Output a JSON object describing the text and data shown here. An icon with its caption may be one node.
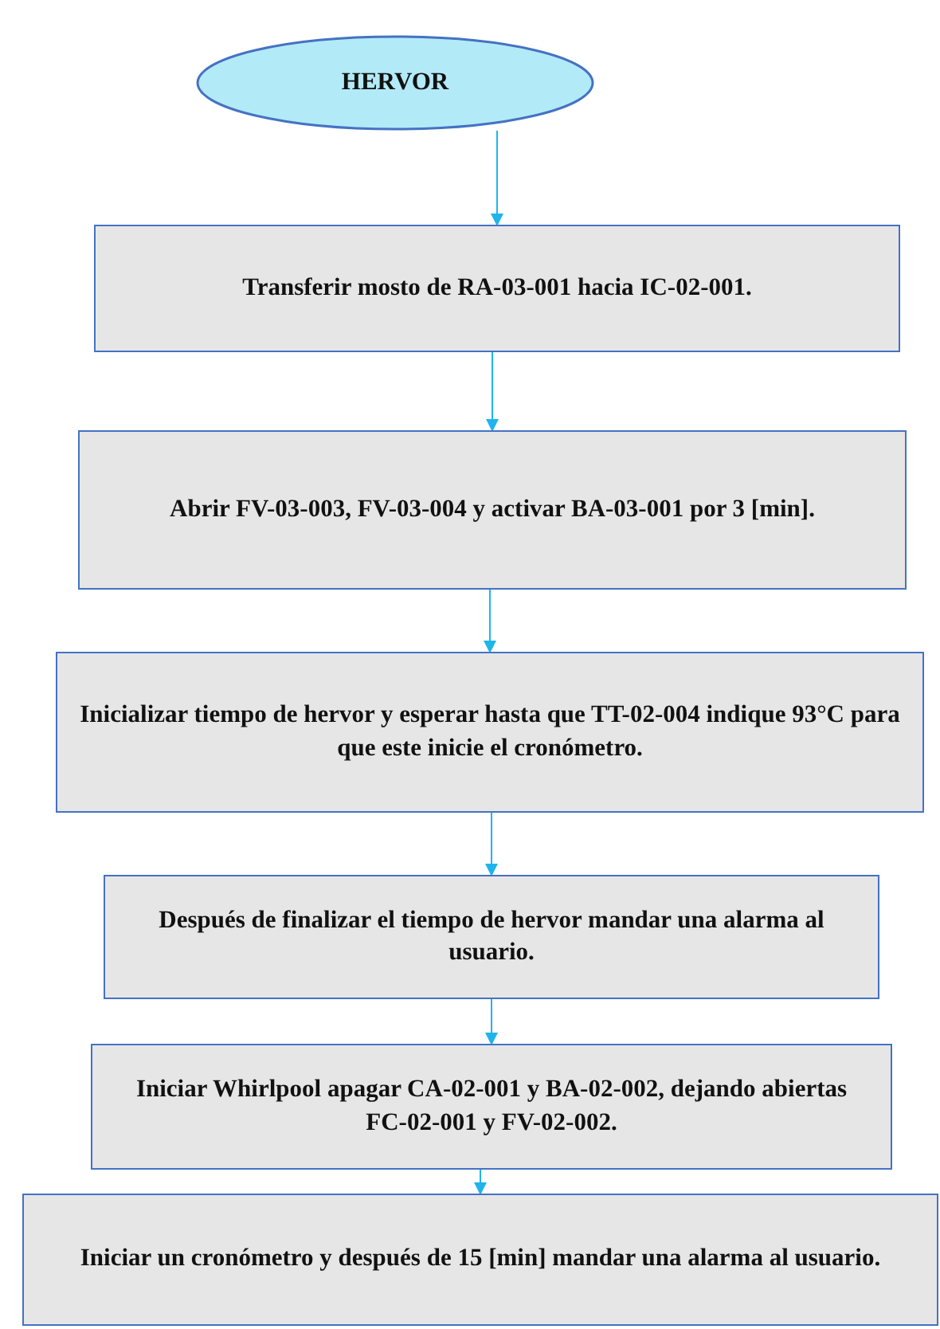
{
  "diagram": {
    "nodes": [
      {
        "text": [
          "HERVOR"
        ]
      },
      {
        "text": [
          "Transferir mosto de RA-03-001 hacia IC-02-001."
        ]
      },
      {
        "text": [
          "Abrir FV-03-003, FV-03-004 y activar  BA-03-001 por 3 [min]."
        ]
      },
      {
        "text": [
          "Inicializar tiempo de hervor y esperar hasta que TT-02-004 indique 93°C para que este inicie el cronómetro."
        ]
      },
      {
        "text": [
          "Después de finalizar el tiempo de hervor mandar una alarma al usuario."
        ]
      },
      {
        "text": [
          "Iniciar Whirlpool apagar CA-02-001 y BA-02-002, dejando abiertas FC-02-001 y FV-02-002."
        ]
      },
      {
        "text": [
          "Iniciar un cronómetro y después de 15 [min] mandar una alarma al usuario."
        ]
      }
    ],
    "edges": [
      {
        "from": 0,
        "to": 1,
        "arrow": "to"
      },
      {
        "from": 1,
        "to": 2,
        "arrow": "to"
      },
      {
        "from": 2,
        "to": 3,
        "arrow": "to"
      },
      {
        "from": 3,
        "to": 4,
        "arrow": "to"
      },
      {
        "from": 4,
        "to": 5,
        "arrow": "to"
      },
      {
        "from": 5,
        "to": 6,
        "arrow": "to"
      }
    ]
  }
}
